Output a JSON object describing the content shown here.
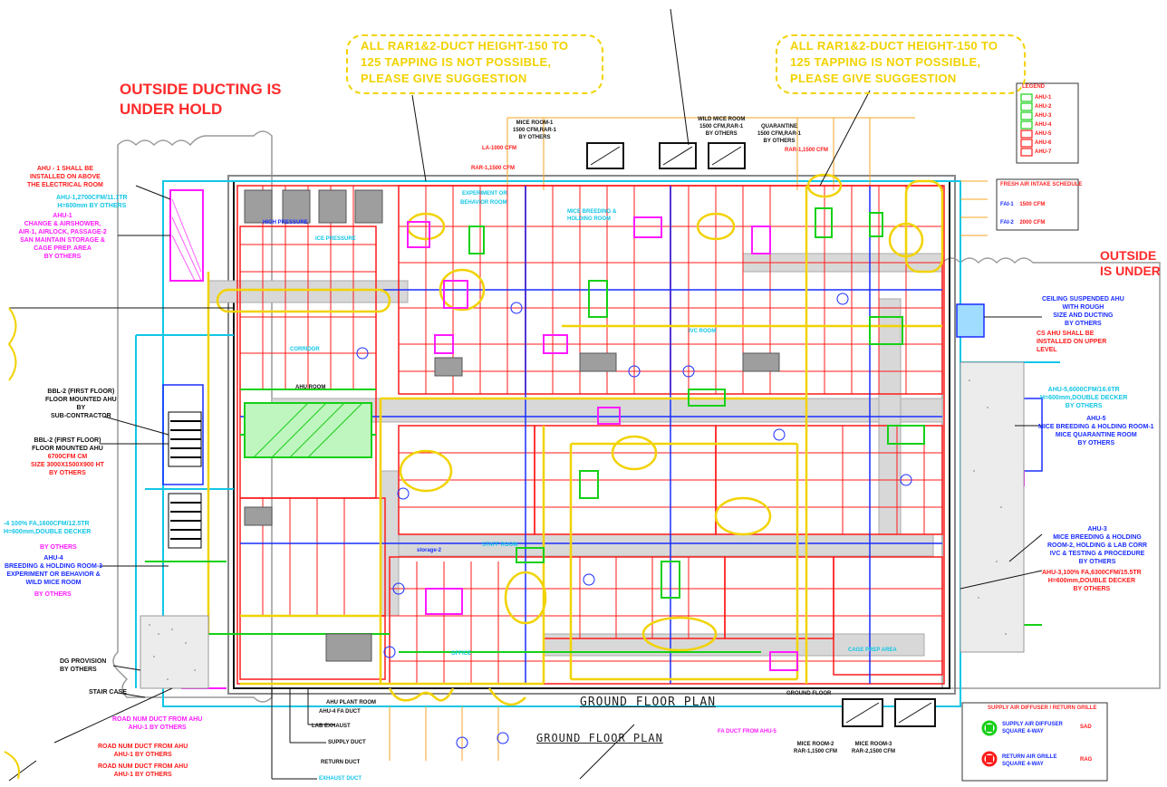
{
  "notes": {
    "outside_hold_left_line1": "OUTSIDE DUCTING IS",
    "outside_hold_left_line2": "UNDER HOLD",
    "outside_hold_right_line1": "OUTSIDE",
    "outside_hold_right_line2": "IS UNDER",
    "rar_note_left_line1": "ALL RAR1&2-DUCT HEIGHT-150 TO",
    "rar_note_left_line2": "125 TAPPING IS NOT POSSIBLE,",
    "rar_note_left_line3": "PLEASE  GIVE SUGGESTION",
    "rar_note_right_line1": "ALL RAR1&2-DUCT HEIGHT-150 TO",
    "rar_note_right_line2": "125 TAPPING IS NOT POSSIBLE,",
    "rar_note_right_line3": "PLEASE  GIVE SUGGESTION"
  },
  "plan": {
    "title_main": "GROUND FLOOR PLAN",
    "title_secondary": "GROUND FLOOR PLAN"
  },
  "left_labels": {
    "ahu1_red_l1": "AHU - 1 SHALL BE",
    "ahu1_red_l2": "INSTALLED ON ABOVE",
    "ahu1_red_l3": "THE ELECTRICAL ROOM",
    "ahu1_cyan_l1": "AHU-1,2700CFM/11.1TR",
    "ahu1_cyan_l2": "H=600mm BY OTHERS",
    "ahu1_mag_l1": "AHU-1",
    "ahu1_mag_l2": "CHANGE & AIRSHOWER,",
    "ahu1_mag_l3": "AIR-1, AIRLOCK, PASSAGE-2",
    "ahu1_mag_l4": "SAN MAINTAIN STORAGE &",
    "ahu1_mag_l5": "CAGE PREP. AREA",
    "ahu1_mag_l6": "BY OTHERS",
    "bbl2_black_l1": "BBL-2 (FIRST FLOOR)",
    "bbl2_black_l2": "FLOOR MOUNTED AHU",
    "bbl2_black_l3": "BY",
    "bbl2_black_l4": "SUB-CONTRACTOR",
    "bbl2_red_l1": "BBL-2 (FIRST FLOOR)",
    "bbl2_red_l2": "FLOOR MOUNTED AHU",
    "bbl2_red_l3": "6700CFM CM",
    "bbl2_red_l4": "SIZE 3000X1500X900 HT",
    "bbl2_red_l5": "BY OTHERS",
    "ahu4_cyan_l1": "-4 100% FA,1600CFM/12.5TR",
    "ahu4_cyan_l2": "H=600mm,DOUBLE DECKER",
    "ahu4_mag_l1": "BY OTHERS",
    "ahu4_blue_l1": "AHU-4",
    "ahu4_blue_l2": "BREEDING & HOLDING ROOM-3",
    "ahu4_blue_l3": "EXPERIMENT OR BEHAVIOR &",
    "ahu4_blue_l4": "WILD MICE ROOM",
    "ahu4_mag_l2": "BY OTHERS",
    "dg_l1": "DG PROVISION",
    "dg_l2": "BY OTHERS",
    "stair_l1": "STAIR CASE",
    "bottom_mag_l1": "ROAD NUM DUCT FROM AHU",
    "bottom_mag_l2": "AHU-1 BY OTHERS",
    "bottom_red_l1": "ROAD NUM DUCT FROM AHU",
    "bottom_red_l2": "AHU-1 BY OTHERS",
    "bottom_red_l3": "ROAD NUM DUCT FROM AHU",
    "bottom_red_l4": "AHU-1 BY OTHERS"
  },
  "right_labels": {
    "ceil_l1": "CEILING SUSPENDED AHU",
    "ceil_l2": "WITH ROUGH",
    "ceil_l3": "SIZE AND DUCTING",
    "ceil_l4": "BY OTHERS",
    "cs_l1": "CS AHU SHALL BE",
    "cs_l2": "INSTALLED ON UPPER",
    "cs_l3": "LEVEL",
    "ahu_cyan_l1": "AHU-5,6000CFM/16.6TR",
    "ahu_cyan_l2": "H=600mm,DOUBLE DECKER",
    "ahu_cyan_l3": "BY OTHERS",
    "ahu_blue_l1": "AHU-5",
    "ahu_blue_l2": "MICE BREEDING & HOLDING ROOM-1",
    "ahu_blue_l3": "MICE QUARANTINE ROOM",
    "ahu_blue_l4": "BY OTHERS",
    "ahu3_l1": "AHU-3",
    "ahu3_l2": "MICE BREEDING & HOLDING",
    "ahu3_l3": "ROOM-2, HOLDING & LAB CORR",
    "ahu3_l4": "IVC & TESTING & PROCEDURE",
    "ahu3_l5": "BY OTHERS",
    "ahu_red_l1": "AHU-3,100% FA,6300CFM/15.5TR",
    "ahu_red_l2": "H=600mm,DOUBLE DECKER",
    "ahu_red_l3": "BY OTHERS"
  },
  "top_labels": {
    "mice_l1": "MICE ROOM-1",
    "mice_l2": "1500 CFM,RAR-1",
    "mice_l3": "BY OTHERS",
    "wild_l1": "WILD MICE ROOM",
    "wild_l2": "1500 CFM,RAR-1",
    "wild_l3": "BY OTHERS",
    "quar_l1": "QUARANTINE",
    "quar_l2": "1500 CFM,RAR-1",
    "quar_l3": "BY OTHERS",
    "room_a": "LA-1000 CFM",
    "room_b": "RAR-1,1500 CFM",
    "room_c": "RAR-1,1500 CFM"
  },
  "rooms": {
    "r1": "HIGH PRESSURE",
    "r2": "ICE PRESSURE",
    "r3": "EXPERIMENT OR",
    "r4": "BEHAVIOR ROOM",
    "r5": "MICE BREEDING &",
    "r6": "HOLDING ROOM",
    "r7": "CAGE PREP AREA",
    "r8": "STAFF ROOM",
    "r9": "CORRIDOR",
    "r10": "IVC ROOM",
    "r11": "OFFICE",
    "r12": "storage-2",
    "r13": "AHU ROOM"
  },
  "bottom_labels": {
    "b1": "AHU PLANT ROOM",
    "b2": "AHU-4 FA DUCT",
    "b3": "LAB EXHAUST",
    "b4": "GROUND FLOOR",
    "b5": "SUPPLY DUCT",
    "b6": "RETURN DUCT",
    "b7": "EXHAUST DUCT",
    "b8": "FA DUCT FROM AHU-5",
    "b9": "MICE ROOM-2",
    "b10": "MICE ROOM-3",
    "b11": "RAR-1,1500 CFM",
    "b12": "RAR-2,1500 CFM"
  },
  "legend_top": {
    "title": "LEGEND",
    "rows": [
      "AHU-1",
      "AHU-2",
      "AHU-3",
      "AHU-4",
      "AHU-5",
      "AHU-6",
      "AHU-7"
    ]
  },
  "legend_mid": {
    "title": "FRESH AIR INTAKE SCHEDULE",
    "row1": "FAI-1",
    "row2": "FAI-2",
    "val1": "1500 CFM",
    "val2": "2000 CFM"
  },
  "legend_bottom": {
    "title": "SUPPLY AIR DIFFUSER / RETURN GRILLE",
    "row1_label": "SUPPLY AIR DIFFUSER",
    "row1_sub": "SQUARE 4-WAY",
    "row1_tag": "SAD",
    "row2_label": "RETURN AIR GRILLE",
    "row2_sub": "SQUARE 4-WAY",
    "row2_tag": "RAG"
  },
  "colors": {
    "red": "#ff1a1a",
    "yellow": "#f2d200",
    "green": "#16d016",
    "cyan": "#12c6e6",
    "blue": "#1a2dff",
    "magenta": "#ff1aff",
    "orange": "#f5a623",
    "black": "#111111",
    "gray": "#bdbdbd"
  }
}
